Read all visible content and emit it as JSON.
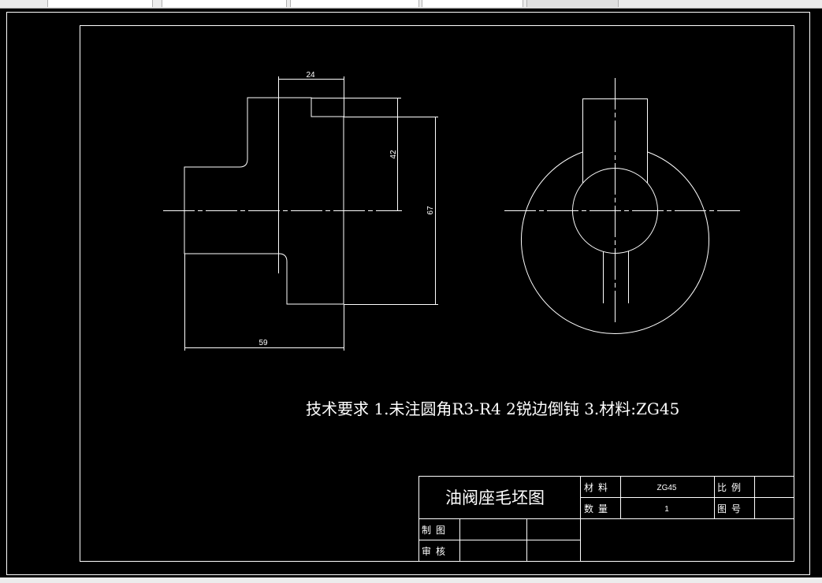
{
  "colors": {
    "background": "#000000",
    "lines": "#ffffff",
    "chrome": "#ececec"
  },
  "dimensions": {
    "d24": "24",
    "d42": "42",
    "d67": "67",
    "d59": "59"
  },
  "technical_note": "技术要求 1.未注圆角R3-R4 2锐边倒钝 3.材料:ZG45",
  "title_block": {
    "drawing_title": "油阀座毛坯图",
    "material_label": "材料",
    "material_value": "ZG45",
    "quantity_label": "数量",
    "quantity_value": "1",
    "scale_label": "比例",
    "drawing_no_label": "图号",
    "drawn_by_label": "制图",
    "checked_by_label": "审核"
  }
}
